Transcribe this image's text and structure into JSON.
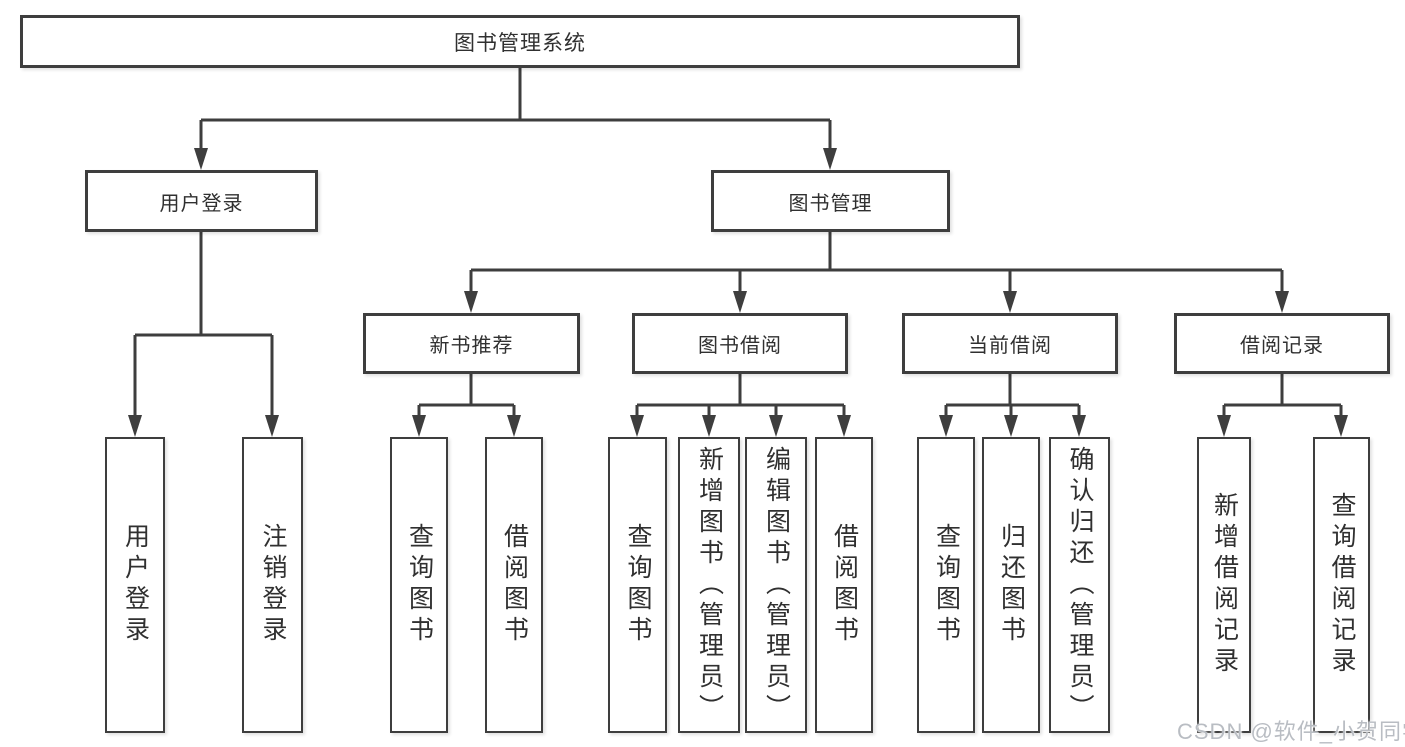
{
  "tree": {
    "label": "图书管理系统",
    "children": [
      {
        "label": "用户登录",
        "children": [
          {
            "label": "用户登录"
          },
          {
            "label": "注销登录"
          }
        ]
      },
      {
        "label": "图书管理",
        "children": [
          {
            "label": "新书推荐",
            "children": [
              {
                "label": "查询图书"
              },
              {
                "label": "借阅图书"
              }
            ]
          },
          {
            "label": "图书借阅",
            "children": [
              {
                "label": "查询图书"
              },
              {
                "label": "新增图书（管理员）"
              },
              {
                "label": "编辑图书（管理员）"
              },
              {
                "label": "借阅图书"
              }
            ]
          },
          {
            "label": "当前借阅",
            "children": [
              {
                "label": "查询图书"
              },
              {
                "label": "归还图书"
              },
              {
                "label": "确认归还（管理员）"
              }
            ]
          },
          {
            "label": "借阅记录",
            "children": [
              {
                "label": "新增借阅记录"
              },
              {
                "label": "查询借阅记录"
              }
            ]
          }
        ]
      }
    ]
  },
  "watermark": "CSDN @软件_小贺同学",
  "colors": {
    "line": "#3e3e3e",
    "text": "#303030",
    "background": "#ffffff",
    "watermark": "#b9bdc3"
  }
}
